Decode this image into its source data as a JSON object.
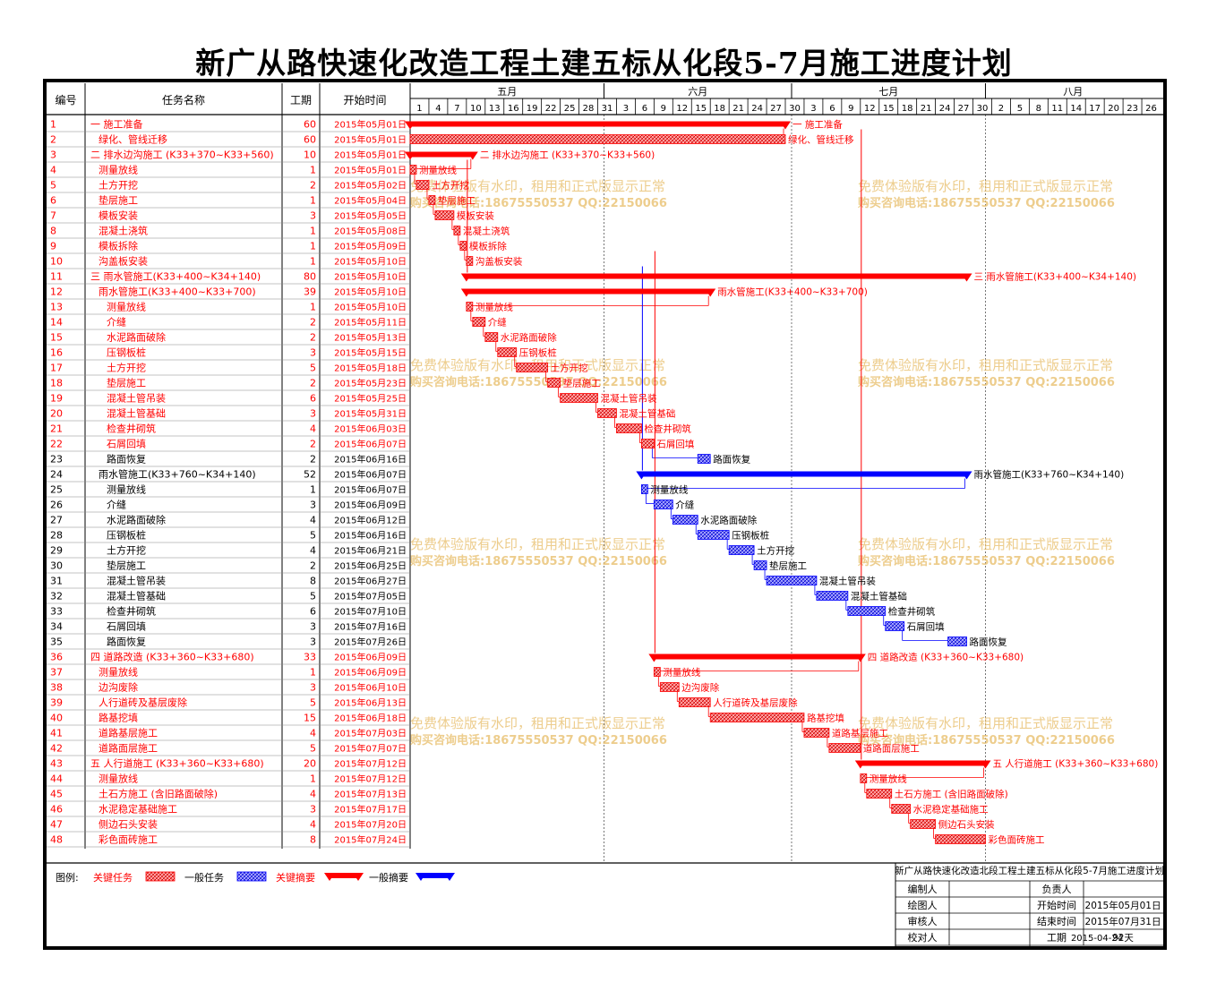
{
  "title": "新广从路快速化改造工程土建五标从化段5-7月施工进度计划",
  "header": {
    "col_id": "编号",
    "col_name": "任务名称",
    "col_duration": "工期",
    "col_start": "开始时间"
  },
  "timeline": {
    "months": [
      {
        "label": "五月",
        "start": 0
      },
      {
        "label": "六月",
        "start": 31
      },
      {
        "label": "七月",
        "start": 61
      },
      {
        "label": "八月",
        "start": 92
      }
    ],
    "day_labels": [
      "1",
      "4",
      "7",
      "10",
      "13",
      "16",
      "19",
      "22",
      "25",
      "28",
      "31",
      "3",
      "6",
      "9",
      "12",
      "15",
      "18",
      "21",
      "24",
      "27",
      "30",
      "3",
      "6",
      "9",
      "12",
      "15",
      "18",
      "21",
      "24",
      "27",
      "30",
      "2",
      "5",
      "8",
      "11",
      "14",
      "17",
      "20",
      "23",
      "26"
    ],
    "total_days": 120
  },
  "colors": {
    "critical": "#ff0000",
    "normal": "#0000ff",
    "critical_text": "#ff0000",
    "normal_text": "#000000",
    "watermark": "#e8c070"
  },
  "chart_data": {
    "type": "gantt",
    "tasks": [
      {
        "id": "1",
        "name": "一  施工准备",
        "indent": 0,
        "duration": 60,
        "start": "2015年05月01日",
        "s": 0,
        "type": "summary",
        "critical": true
      },
      {
        "id": "2",
        "name": "绿化、管线迁移",
        "indent": 1,
        "duration": 60,
        "start": "2015年05月01日",
        "s": 0,
        "type": "task",
        "critical": true
      },
      {
        "id": "3",
        "name": "二  排水边沟施工 (K33+370~K33+560)",
        "indent": 0,
        "duration": 10,
        "start": "2015年05月01日",
        "s": 0,
        "type": "summary",
        "critical": true
      },
      {
        "id": "4",
        "name": "测量放线",
        "indent": 1,
        "duration": 1,
        "start": "2015年05月01日",
        "s": 0,
        "type": "task",
        "critical": true
      },
      {
        "id": "5",
        "name": "土方开挖",
        "indent": 1,
        "duration": 2,
        "start": "2015年05月02日",
        "s": 1,
        "type": "task",
        "critical": true
      },
      {
        "id": "6",
        "name": "垫层施工",
        "indent": 1,
        "duration": 1,
        "start": "2015年05月04日",
        "s": 3,
        "type": "task",
        "critical": true
      },
      {
        "id": "7",
        "name": "模板安装",
        "indent": 1,
        "duration": 3,
        "start": "2015年05月05日",
        "s": 4,
        "type": "task",
        "critical": true
      },
      {
        "id": "8",
        "name": "混凝土浇筑",
        "indent": 1,
        "duration": 1,
        "start": "2015年05月08日",
        "s": 7,
        "type": "task",
        "critical": true
      },
      {
        "id": "9",
        "name": "模板拆除",
        "indent": 1,
        "duration": 1,
        "start": "2015年05月09日",
        "s": 8,
        "type": "task",
        "critical": true
      },
      {
        "id": "10",
        "name": "沟盖板安装",
        "indent": 1,
        "duration": 1,
        "start": "2015年05月10日",
        "s": 9,
        "type": "task",
        "critical": true
      },
      {
        "id": "11",
        "name": "三  雨水管施工(K33+400~K34+140)",
        "indent": 0,
        "duration": 80,
        "start": "2015年05月10日",
        "s": 9,
        "type": "summary",
        "critical": true
      },
      {
        "id": "12",
        "name": "雨水管施工(K33+400~K33+700)",
        "indent": 1,
        "duration": 39,
        "start": "2015年05月10日",
        "s": 9,
        "type": "summary",
        "critical": true
      },
      {
        "id": "13",
        "name": "测量放线",
        "indent": 2,
        "duration": 1,
        "start": "2015年05月10日",
        "s": 9,
        "type": "task",
        "critical": true
      },
      {
        "id": "14",
        "name": "介缝",
        "indent": 2,
        "duration": 2,
        "start": "2015年05月11日",
        "s": 10,
        "type": "task",
        "critical": true
      },
      {
        "id": "15",
        "name": "水泥路面破除",
        "indent": 2,
        "duration": 2,
        "start": "2015年05月13日",
        "s": 12,
        "type": "task",
        "critical": true
      },
      {
        "id": "16",
        "name": "压钢板桩",
        "indent": 2,
        "duration": 3,
        "start": "2015年05月15日",
        "s": 14,
        "type": "task",
        "critical": true
      },
      {
        "id": "17",
        "name": "土方开挖",
        "indent": 2,
        "duration": 5,
        "start": "2015年05月18日",
        "s": 17,
        "type": "task",
        "critical": true
      },
      {
        "id": "18",
        "name": "垫层施工",
        "indent": 2,
        "duration": 2,
        "start": "2015年05月23日",
        "s": 22,
        "type": "task",
        "critical": true
      },
      {
        "id": "19",
        "name": "混凝土管吊装",
        "indent": 2,
        "duration": 6,
        "start": "2015年05月25日",
        "s": 24,
        "type": "task",
        "critical": true
      },
      {
        "id": "20",
        "name": "混凝土管基础",
        "indent": 2,
        "duration": 3,
        "start": "2015年05月31日",
        "s": 30,
        "type": "task",
        "critical": true
      },
      {
        "id": "21",
        "name": "检查井砌筑",
        "indent": 2,
        "duration": 4,
        "start": "2015年06月03日",
        "s": 33,
        "type": "task",
        "critical": true
      },
      {
        "id": "22",
        "name": "石屑回填",
        "indent": 2,
        "duration": 2,
        "start": "2015年06月07日",
        "s": 37,
        "type": "task",
        "critical": true
      },
      {
        "id": "23",
        "name": "路面恢复",
        "indent": 2,
        "duration": 2,
        "start": "2015年06月16日",
        "s": 46,
        "type": "task",
        "critical": false
      },
      {
        "id": "24",
        "name": "雨水管施工(K33+760~K34+140)",
        "indent": 1,
        "duration": 52,
        "start": "2015年06月07日",
        "s": 37,
        "type": "summary",
        "critical": false
      },
      {
        "id": "25",
        "name": "测量放线",
        "indent": 2,
        "duration": 1,
        "start": "2015年06月07日",
        "s": 37,
        "type": "task",
        "critical": false
      },
      {
        "id": "26",
        "name": "介缝",
        "indent": 2,
        "duration": 3,
        "start": "2015年06月09日",
        "s": 39,
        "type": "task",
        "critical": false
      },
      {
        "id": "27",
        "name": "水泥路面破除",
        "indent": 2,
        "duration": 4,
        "start": "2015年06月12日",
        "s": 42,
        "type": "task",
        "critical": false
      },
      {
        "id": "28",
        "name": "压钢板桩",
        "indent": 2,
        "duration": 5,
        "start": "2015年06月16日",
        "s": 46,
        "type": "task",
        "critical": false
      },
      {
        "id": "29",
        "name": "土方开挖",
        "indent": 2,
        "duration": 4,
        "start": "2015年06月21日",
        "s": 51,
        "type": "task",
        "critical": false
      },
      {
        "id": "30",
        "name": "垫层施工",
        "indent": 2,
        "duration": 2,
        "start": "2015年06月25日",
        "s": 55,
        "type": "task",
        "critical": false
      },
      {
        "id": "31",
        "name": "混凝土管吊装",
        "indent": 2,
        "duration": 8,
        "start": "2015年06月27日",
        "s": 57,
        "type": "task",
        "critical": false
      },
      {
        "id": "32",
        "name": "混凝土管基础",
        "indent": 2,
        "duration": 5,
        "start": "2015年07月05日",
        "s": 65,
        "type": "task",
        "critical": false
      },
      {
        "id": "33",
        "name": "检查井砌筑",
        "indent": 2,
        "duration": 6,
        "start": "2015年07月10日",
        "s": 70,
        "type": "task",
        "critical": false
      },
      {
        "id": "34",
        "name": "石屑回填",
        "indent": 2,
        "duration": 3,
        "start": "2015年07月16日",
        "s": 76,
        "type": "task",
        "critical": false
      },
      {
        "id": "35",
        "name": "路面恢复",
        "indent": 2,
        "duration": 3,
        "start": "2015年07月26日",
        "s": 86,
        "type": "task",
        "critical": false
      },
      {
        "id": "36",
        "name": "四  道路改造 (K33+360~K33+680)",
        "indent": 0,
        "duration": 33,
        "start": "2015年06月09日",
        "s": 39,
        "type": "summary",
        "critical": true
      },
      {
        "id": "37",
        "name": "测量放线",
        "indent": 1,
        "duration": 1,
        "start": "2015年06月09日",
        "s": 39,
        "type": "task",
        "critical": true
      },
      {
        "id": "38",
        "name": "边沟废除",
        "indent": 1,
        "duration": 3,
        "start": "2015年06月10日",
        "s": 40,
        "type": "task",
        "critical": true
      },
      {
        "id": "39",
        "name": "人行道砖及基层废除",
        "indent": 1,
        "duration": 5,
        "start": "2015年06月13日",
        "s": 43,
        "type": "task",
        "critical": true
      },
      {
        "id": "40",
        "name": "路基挖填",
        "indent": 1,
        "duration": 15,
        "start": "2015年06月18日",
        "s": 48,
        "type": "task",
        "critical": true
      },
      {
        "id": "41",
        "name": "道路基层施工",
        "indent": 1,
        "duration": 4,
        "start": "2015年07月03日",
        "s": 63,
        "type": "task",
        "critical": true
      },
      {
        "id": "42",
        "name": "道路面层施工",
        "indent": 1,
        "duration": 5,
        "start": "2015年07月07日",
        "s": 67,
        "type": "task",
        "critical": true
      },
      {
        "id": "43",
        "name": "五  人行道施工 (K33+360~K33+680)",
        "indent": 0,
        "duration": 20,
        "start": "2015年07月12日",
        "s": 72,
        "type": "summary",
        "critical": true
      },
      {
        "id": "44",
        "name": "测量放线",
        "indent": 1,
        "duration": 1,
        "start": "2015年07月12日",
        "s": 72,
        "type": "task",
        "critical": true
      },
      {
        "id": "45",
        "name": "土石方施工 (含旧路面破除)",
        "indent": 1,
        "duration": 4,
        "start": "2015年07月13日",
        "s": 73,
        "type": "task",
        "critical": true
      },
      {
        "id": "46",
        "name": "水泥稳定基础施工",
        "indent": 1,
        "duration": 3,
        "start": "2015年07月17日",
        "s": 77,
        "type": "task",
        "critical": true
      },
      {
        "id": "47",
        "name": "侧边石头安装",
        "indent": 1,
        "duration": 4,
        "start": "2015年07月20日",
        "s": 80,
        "type": "task",
        "critical": true
      },
      {
        "id": "48",
        "name": "彩色面砖施工",
        "indent": 1,
        "duration": 8,
        "start": "2015年07月24日",
        "s": 84,
        "type": "task",
        "critical": true
      }
    ]
  },
  "watermark": {
    "line1": "免费体验版有水印，租用和正式版显示正常",
    "line2": "购买咨询电话:18675550537 QQ:22150066"
  },
  "legend": {
    "title": "图例:",
    "critical_task": "关键任务",
    "normal_task": "一般任务",
    "critical_summary": "关键摘要",
    "normal_summary": "一般摘要"
  },
  "info_box": {
    "title": "新广从路快速化改造北段工程土建五标从化段5-7月施工进度计划",
    "editor_label": "编制人",
    "owner_label": "负责人",
    "drawer_label": "绘图人",
    "start_label": "开始时间",
    "start_value": "2015年05月01日",
    "reviewer_label": "审核人",
    "end_label": "结束时间",
    "end_value": "2015年07月31日",
    "checker_label": "校对人",
    "duration_label": "工期",
    "duration_value": "92天",
    "date": "2015-04-24"
  }
}
